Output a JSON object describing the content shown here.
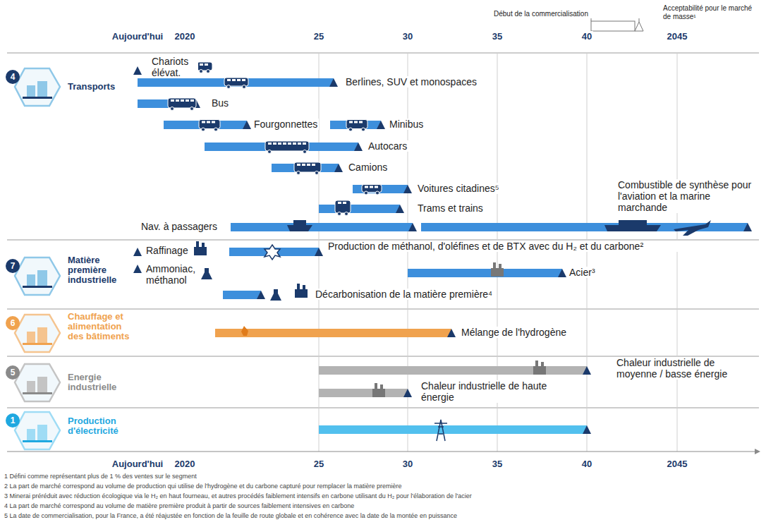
{
  "diagram": {
    "nodes": [
      {
        "text": [
          "4",
          "Transports"
        ]
      },
      {
        "text": [
          "Chariots élévat."
        ]
      },
      {
        "text": [
          "Berlines, SUV et monospaces"
        ]
      },
      {
        "text": [
          "Bus"
        ]
      },
      {
        "text": [
          "Fourgonnettes"
        ]
      },
      {
        "text": [
          "Minibus"
        ]
      },
      {
        "text": [
          "Autocars"
        ]
      },
      {
        "text": [
          "Camions"
        ]
      },
      {
        "text": [
          "Voitures citadines⁵"
        ]
      },
      {
        "text": [
          "Trams et trains"
        ]
      },
      {
        "text": [
          "Nav. à passagers"
        ]
      },
      {
        "text": [
          "Combustible de synthèse pour l'aviation et la marine marchande"
        ]
      },
      {
        "text": [
          "7",
          "Matière première industrielle"
        ]
      },
      {
        "text": [
          "Raffinage"
        ]
      },
      {
        "text": [
          "Production de méthanol, d'oléfines et de BTX avec du H₂ et du carbone²"
        ]
      },
      {
        "text": [
          "Ammoniac, méthanol"
        ]
      },
      {
        "text": [
          "Acier³"
        ]
      },
      {
        "text": [
          "Décarbonisation de la matière première⁴"
        ]
      },
      {
        "text": [
          "6",
          "Chauffage et alimentation des bâtiments"
        ]
      },
      {
        "text": [
          "Mélange de l'hydrogène"
        ]
      },
      {
        "text": [
          "5",
          "Energie industrielle"
        ]
      },
      {
        "text": [
          "Chaleur industrielle de moyenne / basse énergie"
        ]
      },
      {
        "text": [
          "Chaleur industrielle de haute énergie"
        ]
      },
      {
        "text": [
          "1",
          "Production d'électricité"
        ]
      }
    ],
    "labels": [
      "Aujourd'hui",
      "2020",
      "25",
      "30",
      "35",
      "40",
      "2045",
      "Aujourd'hui",
      "2020",
      "25",
      "30",
      "35",
      "40",
      "2045",
      "1 Défini comme représentant plus de 1 % des ventes sur le segment",
      "2 La part de marché correspond au volume de production qui utilise de l'hydrogène et du carbone capturé pour remplacer la matière première",
      "3 Minerai préréduit avec réduction écologique via le H₂ en haut fourneau, et autres procédés faiblement intensifs en carbone utilisant du H₂ pour l'élaboration de l'acier",
      "4 La part de marché correspond au volume de matière première produit à partir de sources faiblement intensives en carbone",
      "5 La date de commercialisation, pour la France, a été réajustée en fonction de la feuille de route globale et en cohérence avec la date de la montée en puissance"
    ],
    "legend": [
      {
        "text": "Début de la commercialisation"
      },
      {
        "text": "Acceptabilité pour le marché de masse¹"
      }
    ]
  }
}
